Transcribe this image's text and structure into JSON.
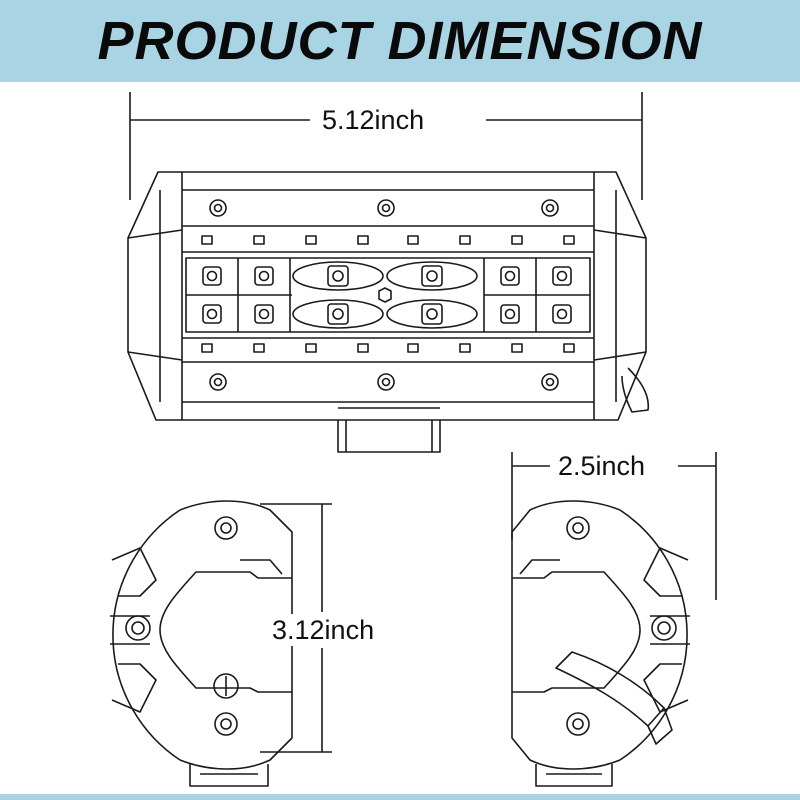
{
  "banner": {
    "title": "PRODUCT DIMENSION",
    "color": "#a9d4e4"
  },
  "dimensions": {
    "width": "5.12inch",
    "depth": "2.5inch",
    "height": "3.12inch"
  },
  "line_color": "#1a1a1a"
}
